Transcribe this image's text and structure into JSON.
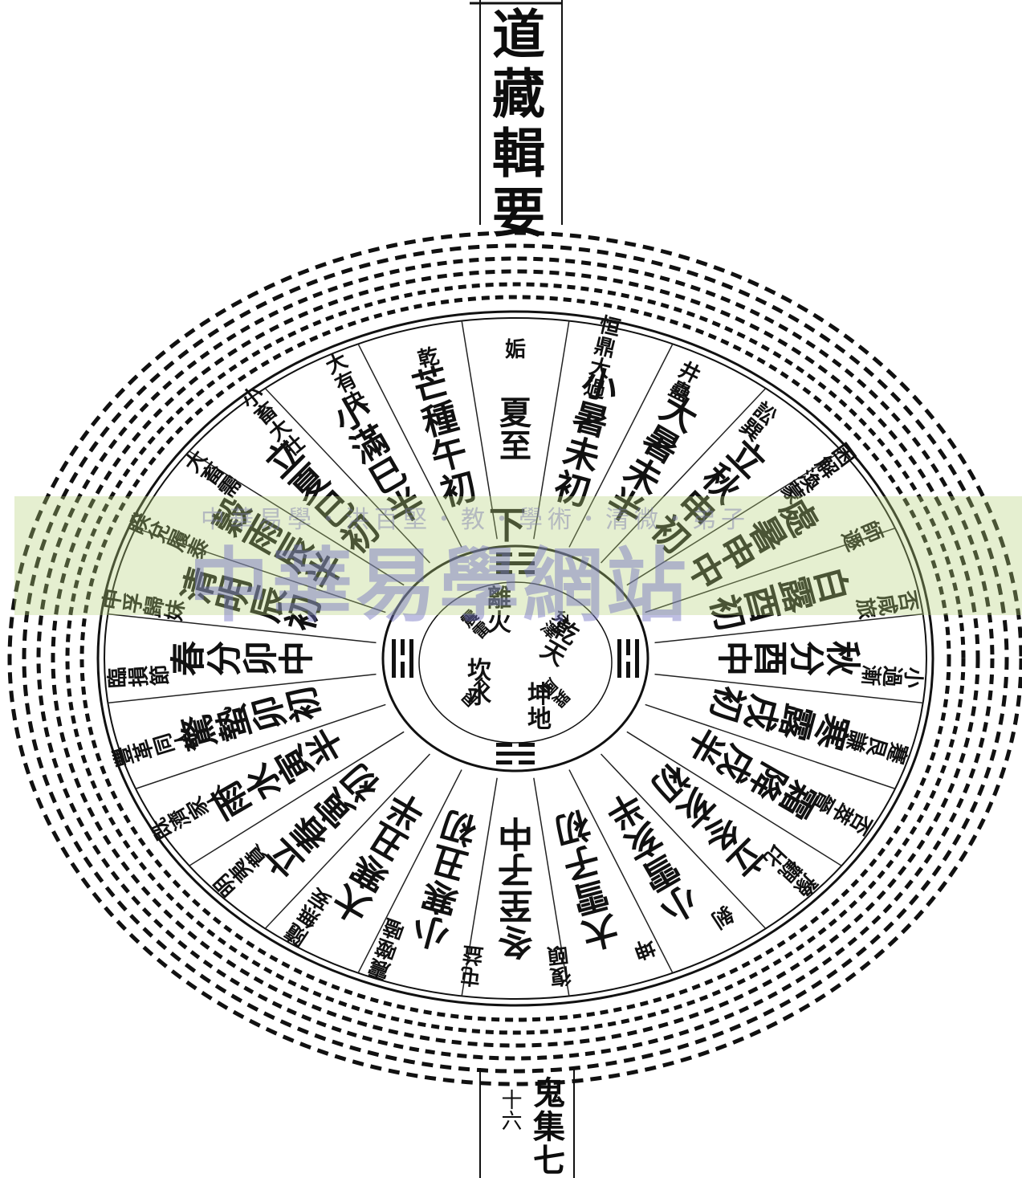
{
  "header": {
    "title": "道藏輯要"
  },
  "footer": {
    "text": "鬼集七",
    "small": "十六"
  },
  "center": {
    "top": "下",
    "trigrams": [
      {
        "name": "離火"
      },
      {
        "name": "乾天"
      },
      {
        "name": "坤地"
      },
      {
        "name": "坎水"
      }
    ],
    "notes": [
      "兌澤",
      "巽風",
      "艮山",
      "震雷"
    ]
  },
  "inner_ring": [
    {
      "label": "夏至"
    },
    {
      "label": "小暑未初"
    },
    {
      "label": "大暑未半"
    },
    {
      "label": "立秋申初"
    },
    {
      "label": "處暑申中"
    },
    {
      "label": "白露酉初"
    },
    {
      "label": "秋分酉中"
    },
    {
      "label": "寒露戌初"
    },
    {
      "label": "霜降戌半"
    },
    {
      "label": "立冬亥初"
    },
    {
      "label": "小雪亥半"
    },
    {
      "label": "大雪子初"
    },
    {
      "label": "冬至子中"
    },
    {
      "label": "小寒丑初"
    },
    {
      "label": "大寒丑半"
    },
    {
      "label": "立春寅初"
    },
    {
      "label": "雨水寅半"
    },
    {
      "label": "驚蟄卯初"
    },
    {
      "label": "春分卯中"
    },
    {
      "label": "清明辰初"
    },
    {
      "label": "穀雨辰半"
    },
    {
      "label": "立夏巳初"
    },
    {
      "label": "小滿巳半"
    },
    {
      "label": "芒種午初"
    }
  ],
  "outer_ring": [
    {
      "label": "姤"
    },
    {
      "label": "恒鼎大過"
    },
    {
      "label": "井蠱"
    },
    {
      "label": "訟巽"
    },
    {
      "label": "困解渙蒙"
    },
    {
      "label": "師遯"
    },
    {
      "label": "否咸旅"
    },
    {
      "label": "小過漸"
    },
    {
      "label": "蹇艮謙"
    },
    {
      "label": "否萃晉"
    },
    {
      "label": "豫觀比"
    },
    {
      "label": "剝"
    },
    {
      "label": "坤"
    },
    {
      "label": "復頤"
    },
    {
      "label": "屯益"
    },
    {
      "label": "震噬嗑"
    },
    {
      "label": "隨無妄"
    },
    {
      "label": "明夷賁"
    },
    {
      "label": "既濟家人"
    },
    {
      "label": "豐革同人"
    },
    {
      "label": "臨損節"
    },
    {
      "label": "中孚歸妹"
    },
    {
      "label": "睽兌履泰"
    },
    {
      "label": "大畜需"
    },
    {
      "label": "小畜大壯"
    },
    {
      "label": "大有夬"
    },
    {
      "label": "乾"
    }
  ],
  "watermark": {
    "line": "中華易學・洪百堅・教・學術・清微・弟子",
    "main": "中華易學網站"
  }
}
